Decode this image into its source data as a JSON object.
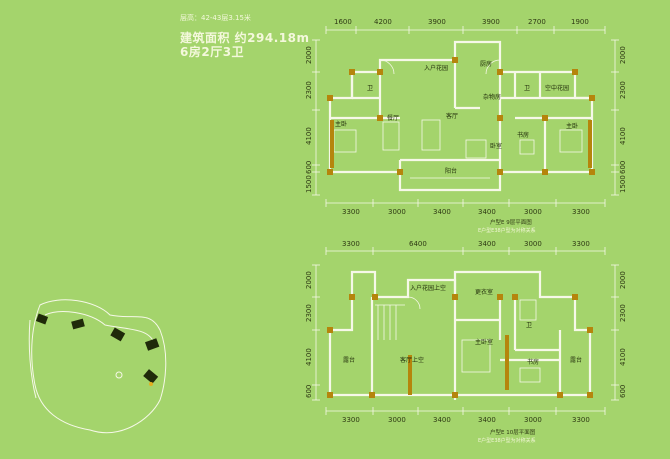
{
  "header": {
    "floors": "层高：42-43层3.15米",
    "area": "建筑面积  约294.18m",
    "rooms": "6房2厅3卫"
  },
  "plan_upper": {
    "top_dims": [
      "1600",
      "4200",
      "3900",
      "3900",
      "2700",
      "1900"
    ],
    "bottom_dims": [
      "3300",
      "3000",
      "3400",
      "3400",
      "3000",
      "3300"
    ],
    "left_dims": [
      "2000",
      "2300",
      "4100",
      "600",
      "1500"
    ],
    "right_dims": [
      "2000",
      "2300",
      "4100",
      "600",
      "1500"
    ],
    "rooms": {
      "entry_garden": "入户花园",
      "kitchen": "厨房",
      "storage": "杂物房",
      "garden": "空中花园",
      "bath1": "卫",
      "bath2": "卫",
      "master_left": "主卧",
      "dining": "餐厅",
      "living": "客厅",
      "study": "书房",
      "master_right": "主卧",
      "bedroom": "卧室",
      "balcony": "阳台"
    },
    "caption": "户型E 9层平面图",
    "caption2": "E户型E38户型为对称关系"
  },
  "plan_lower": {
    "top_dims": [
      "3300",
      "6400",
      "3400",
      "3000",
      "3300"
    ],
    "bottom_dims": [
      "3300",
      "3000",
      "3400",
      "3400",
      "3000",
      "3300"
    ],
    "left_dims": [
      "2000",
      "2300",
      "4100",
      "600"
    ],
    "right_dims": [
      "2000",
      "2300",
      "4100",
      "600"
    ],
    "rooms": {
      "entry_void": "入户花园上空",
      "dressing": "更衣室",
      "bath": "卫",
      "terrace_left": "露台",
      "living_void": "客厅上空",
      "master": "主卧室",
      "study": "书房",
      "terrace_right": "露台"
    },
    "caption": "户型E 10层平面图",
    "caption2": "E户型E38户型为对称关系"
  },
  "colors": {
    "background": "#a4d46c",
    "wall": "#f6f8e8",
    "column": "#b5850c",
    "dims": "#2f3a14"
  }
}
